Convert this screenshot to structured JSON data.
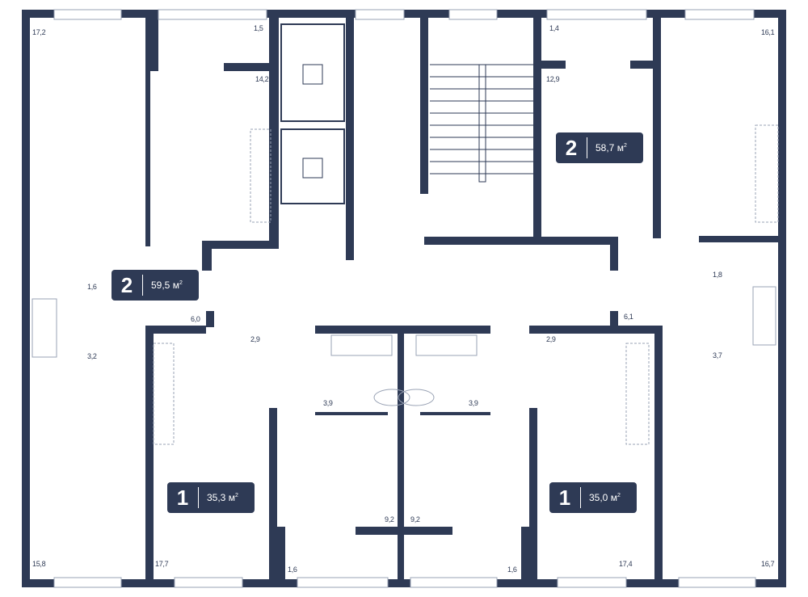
{
  "colors": {
    "wall": "#2e3a55",
    "fixture": "#9aa3b5"
  },
  "apartments": [
    {
      "rooms": "2",
      "area": "59,5 м",
      "unit": "2"
    },
    {
      "rooms": "2",
      "area": "58,7 м",
      "unit": "2"
    },
    {
      "rooms": "1",
      "area": "35,3 м",
      "unit": "2"
    },
    {
      "rooms": "1",
      "area": "35,0 м",
      "unit": "2"
    }
  ],
  "room_areas": [
    "17,2",
    "1,5",
    "14,2",
    "1,6",
    "3,2",
    "6,0",
    "2,9",
    "3,9",
    "9,2",
    "1,6",
    "17,7",
    "15,8",
    "1,4",
    "12,9",
    "16,1",
    "1,8",
    "3,7",
    "6,1",
    "2,9",
    "3,9",
    "9,2",
    "1,6",
    "17,4",
    "16,7"
  ]
}
